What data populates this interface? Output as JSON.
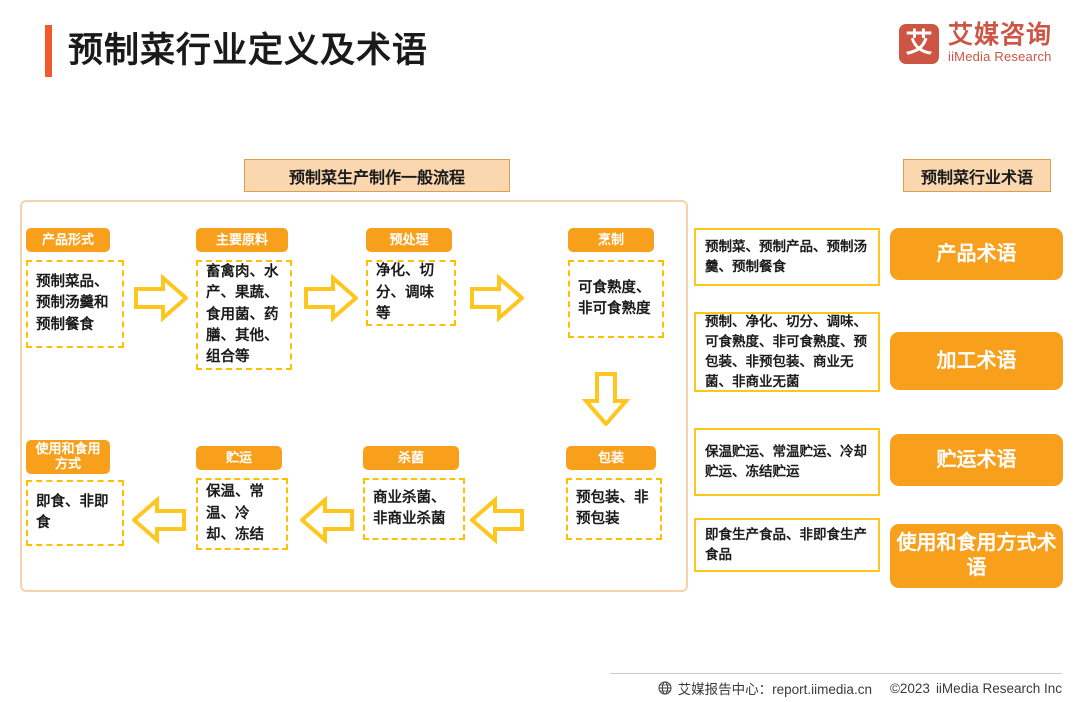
{
  "header": {
    "title": "预制菜行业定义及术语",
    "accent_color": "#F15A2B",
    "brand": {
      "mark": "艾",
      "name_cn": "艾媒咨询",
      "name_en": "iiMedia Research",
      "color": "#CC5544"
    }
  },
  "captions": {
    "flow": "预制菜生产制作一般流程",
    "terms": "预制菜行业术语"
  },
  "flow": {
    "stages": [
      {
        "label": "产品形式",
        "body": "预制菜品、预制汤羹和预制餐食"
      },
      {
        "label": "主要原料",
        "body": "畜禽肉、水产、果蔬、食用菌、药膳、其他、组合等"
      },
      {
        "label": "预处理",
        "body": "净化、切分、调味等"
      },
      {
        "label": "烹制",
        "body": "可食熟度、非可食熟度"
      },
      {
        "label": "使用和食用方式",
        "body": "即食、非即食"
      },
      {
        "label": "贮运",
        "body": "保温、常温、冷却、冻结"
      },
      {
        "label": "杀菌",
        "body": "商业杀菌、非商业杀菌"
      },
      {
        "label": "包装",
        "body": "预包装、非预包装"
      }
    ],
    "arrows": [
      "arrow-right-icon",
      "arrow-right-icon",
      "arrow-right-icon",
      "arrow-down-icon",
      "arrow-left-icon",
      "arrow-left-icon",
      "arrow-left-icon"
    ],
    "label_color": "#F8A01C",
    "dash_color": "#FFC000"
  },
  "terms": [
    {
      "description": "预制菜、预制产品、预制汤羹、预制餐食",
      "category": "产品术语"
    },
    {
      "description": "预制、净化、切分、调味、可食熟度、非可食熟度、预包装、非预包装、商业无菌、非商业无菌",
      "category": "加工术语"
    },
    {
      "description": "保温贮运、常温贮运、冷却贮运、冻结贮运",
      "category": "贮运术语"
    },
    {
      "description": "即食生产食品、非即食生产食品",
      "category": "使用和食用方式术语"
    }
  ],
  "footer": {
    "icon": "globe-icon",
    "report_center": "艾媒报告中心：report.iimedia.cn",
    "copyright": "©2023",
    "company": "iiMedia Research Inc"
  }
}
